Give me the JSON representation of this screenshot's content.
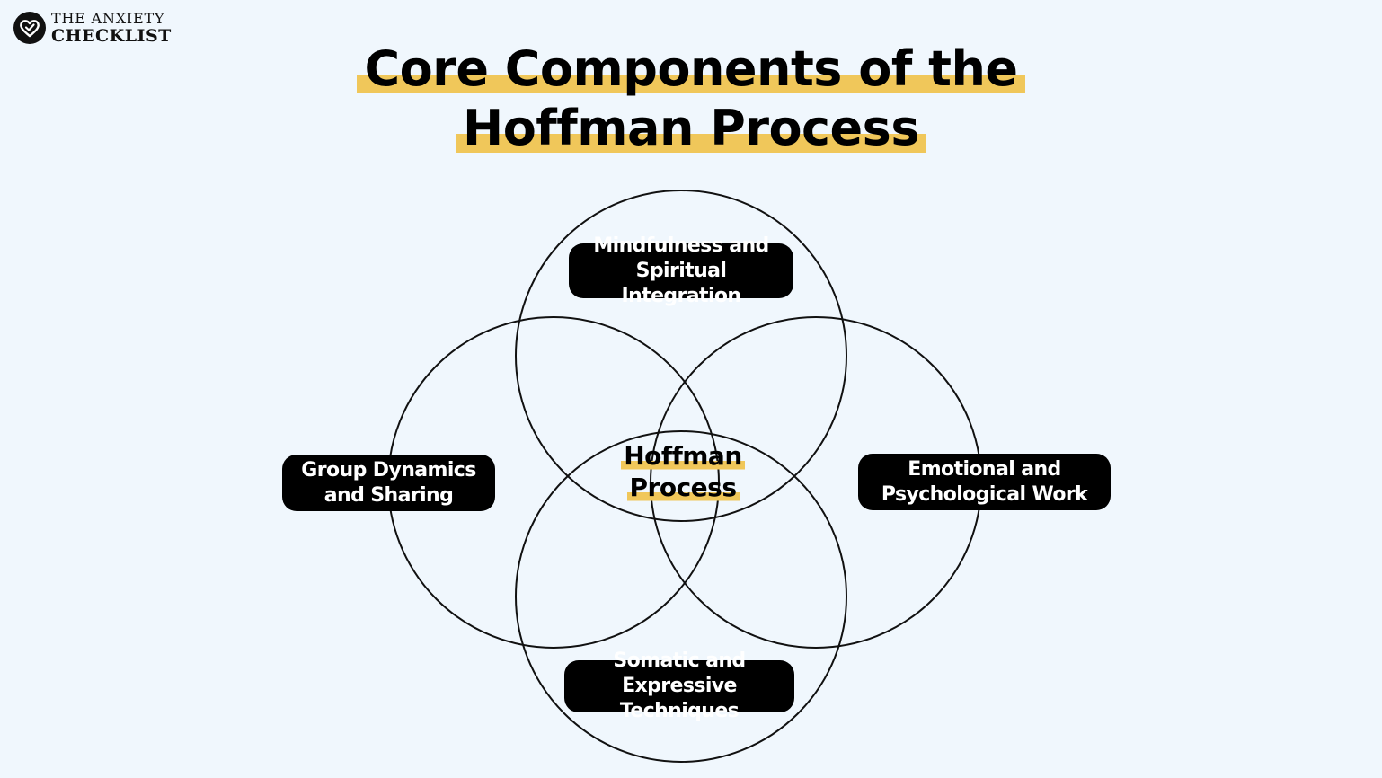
{
  "brand": {
    "line1": "THE ANXIETY",
    "line2": "CHECKLIST",
    "icon": "heart-check-icon"
  },
  "title": {
    "line1": "Core Components of the",
    "line2": "Hoffman Process"
  },
  "diagram": {
    "center": {
      "line1": "Hoffman",
      "line2": "Process"
    },
    "components": {
      "top": {
        "line1": "Mindfulness and",
        "line2": "Spiritual Integration"
      },
      "left": {
        "line1": "Group Dynamics",
        "line2": "and Sharing"
      },
      "right": {
        "line1": "Emotional and",
        "line2": "Psychological Work"
      },
      "bottom": {
        "line1": "Somatic and",
        "line2": "Expressive Techniques"
      }
    }
  },
  "colors": {
    "background": "#f0f7fd",
    "highlight": "#f0c75a",
    "label_background": "#000000",
    "label_text": "#ffffff",
    "stroke": "#111111"
  }
}
